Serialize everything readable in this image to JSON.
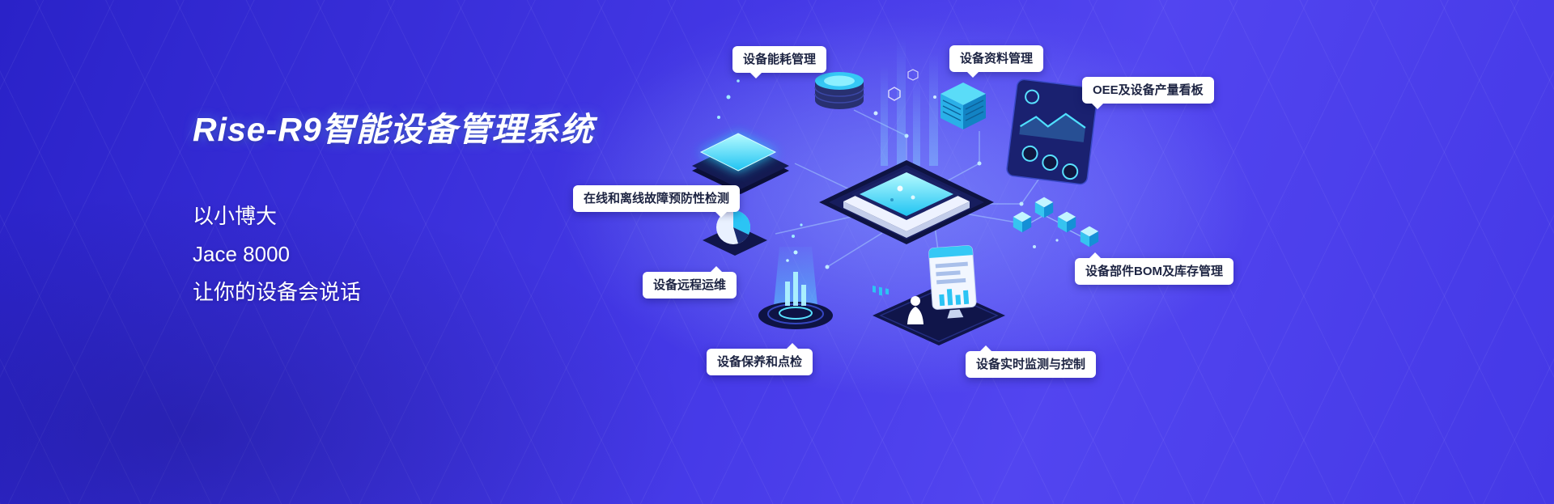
{
  "hero": {
    "title": "Rise-R9智能设备管理系统",
    "subtitle_lines": [
      "以小博大",
      "Jace 8000",
      "让你的设备会说话"
    ]
  },
  "callouts": [
    {
      "id": "energy",
      "label": "设备能耗管理"
    },
    {
      "id": "documents",
      "label": "设备资料管理"
    },
    {
      "id": "oee",
      "label": "OEE及设备产量看板"
    },
    {
      "id": "fault-detection",
      "label": "在线和离线故障预防性检测"
    },
    {
      "id": "remote-ops",
      "label": "设备远程运维"
    },
    {
      "id": "bom-inventory",
      "label": "设备部件BOM及库存管理"
    },
    {
      "id": "maintenance",
      "label": "设备保养和点检"
    },
    {
      "id": "monitoring",
      "label": "设备实时监测与控制"
    }
  ],
  "illustration": {
    "elements": [
      "central-controller",
      "glowing-screen",
      "database-cylinder",
      "server-stack",
      "dashboard-panel",
      "pie-chart",
      "hologram-projector",
      "linked-cubes",
      "monitor-with-person"
    ]
  },
  "colors": {
    "bg-1": "#2a22c8",
    "bg-2": "#4438e6",
    "bg-3": "#5245f0",
    "accent-cyan": "#35d2f8",
    "panel-navy": "#141a52",
    "label-bg": "#ffffff",
    "label-text": "#1d2442"
  }
}
